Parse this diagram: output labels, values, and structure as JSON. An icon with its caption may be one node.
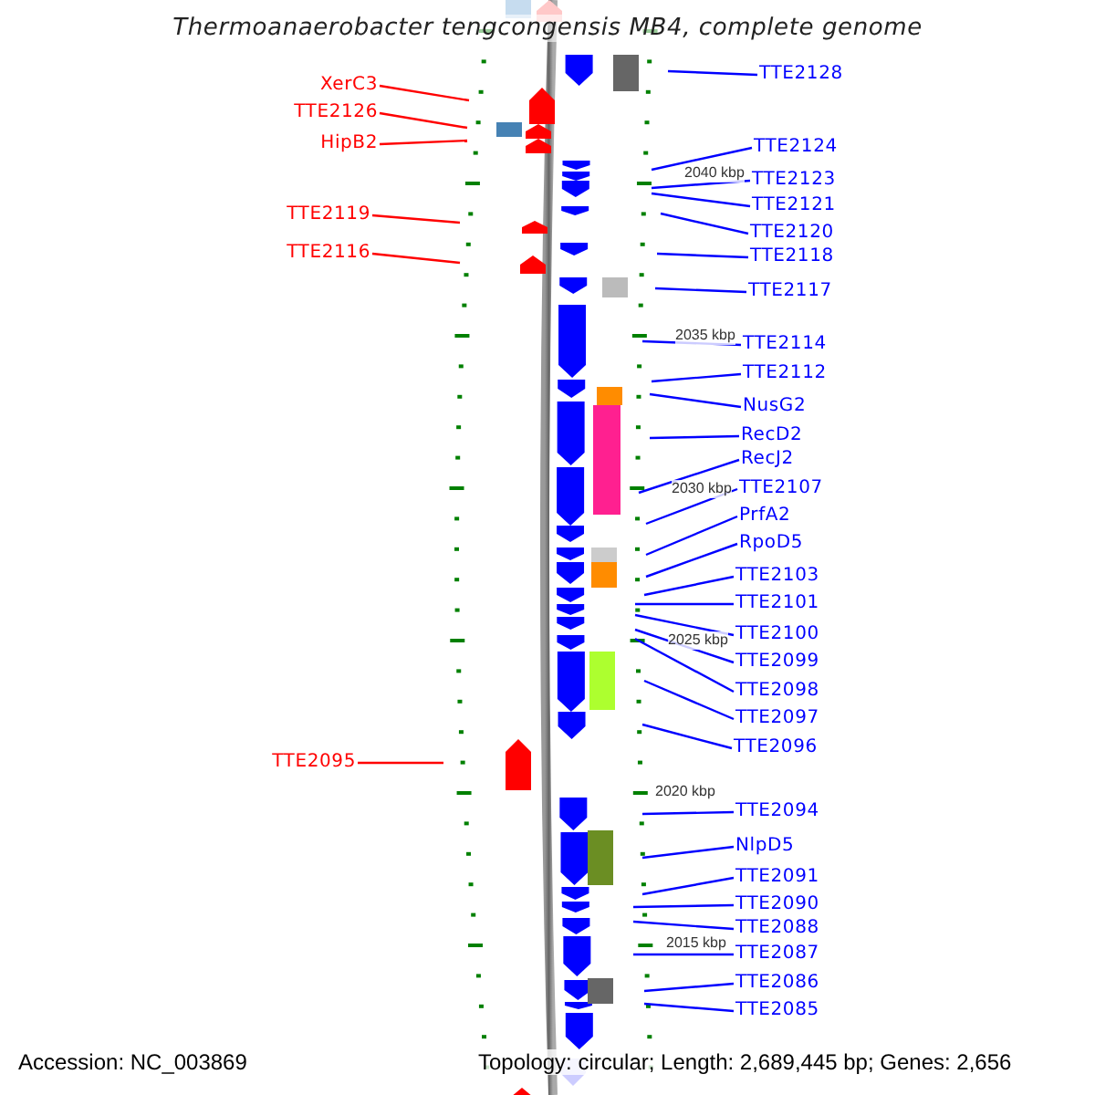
{
  "diagram": {
    "title": "Thermoanaerobacter tengcongensis MB4, complete genome",
    "nodes": [
      {
        "text": [
          "XerC3"
        ]
      },
      {
        "text": [
          "TTE2126"
        ]
      },
      {
        "text": [
          "HipB2"
        ]
      },
      {
        "text": [
          "TTE2119"
        ]
      },
      {
        "text": [
          "TTE2116"
        ]
      },
      {
        "text": [
          "TTE2095"
        ]
      },
      {
        "text": [
          "TTE2128"
        ]
      },
      {
        "text": [
          "TTE2124"
        ]
      },
      {
        "text": [
          "TTE2123"
        ]
      },
      {
        "text": [
          "TTE2121"
        ]
      },
      {
        "text": [
          "TTE2120"
        ]
      },
      {
        "text": [
          "TTE2118"
        ]
      },
      {
        "text": [
          "TTE2117"
        ]
      },
      {
        "text": [
          "TTE2114"
        ]
      },
      {
        "text": [
          "TTE2112"
        ]
      },
      {
        "text": [
          "NusG2"
        ]
      },
      {
        "text": [
          "RecD2"
        ]
      },
      {
        "text": [
          "RecJ2"
        ]
      },
      {
        "text": [
          "TTE2107"
        ]
      },
      {
        "text": [
          "PrfA2"
        ]
      },
      {
        "text": [
          "RpoD5"
        ]
      },
      {
        "text": [
          "TTE2103"
        ]
      },
      {
        "text": [
          "TTE2101"
        ]
      },
      {
        "text": [
          "TTE2100"
        ]
      },
      {
        "text": [
          "TTE2099"
        ]
      },
      {
        "text": [
          "TTE2098"
        ]
      },
      {
        "text": [
          "TTE2097"
        ]
      },
      {
        "text": [
          "TTE2096"
        ]
      },
      {
        "text": [
          "TTE2094"
        ]
      },
      {
        "text": [
          "NlpD5"
        ]
      },
      {
        "text": [
          "TTE2091"
        ]
      },
      {
        "text": [
          "TTE2090"
        ]
      },
      {
        "text": [
          "TTE2088"
        ]
      },
      {
        "text": [
          "TTE2087"
        ]
      },
      {
        "text": [
          "TTE2086"
        ]
      },
      {
        "text": [
          "TTE2085"
        ]
      }
    ],
    "edges": [
      {
        "from": 0,
        "to": null,
        "arrow": "none",
        "color": "#ff0000"
      },
      {
        "from": 1,
        "to": null,
        "arrow": "none",
        "color": "#ff0000"
      },
      {
        "from": 2,
        "to": null,
        "arrow": "none",
        "color": "#ff0000"
      },
      {
        "from": 3,
        "to": null,
        "arrow": "none",
        "color": "#ff0000"
      },
      {
        "from": 4,
        "to": null,
        "arrow": "none",
        "color": "#ff0000"
      },
      {
        "from": 5,
        "to": null,
        "arrow": "none",
        "color": "#ff0000"
      },
      {
        "from": 6,
        "to": null,
        "arrow": "none"
      },
      {
        "from": 7,
        "to": null,
        "arrow": "none"
      },
      {
        "from": 8,
        "to": null,
        "arrow": "none"
      },
      {
        "from": 9,
        "to": null,
        "arrow": "none"
      },
      {
        "from": 10,
        "to": null,
        "arrow": "none"
      },
      {
        "from": 11,
        "to": null,
        "arrow": "none"
      },
      {
        "from": 12,
        "to": null,
        "arrow": "none"
      },
      {
        "from": 13,
        "to": null,
        "arrow": "none"
      },
      {
        "from": 14,
        "to": null,
        "arrow": "none"
      },
      {
        "from": 15,
        "to": null,
        "arrow": "none"
      },
      {
        "from": 16,
        "to": null,
        "arrow": "none"
      },
      {
        "from": 17,
        "to": null,
        "arrow": "none"
      },
      {
        "from": 18,
        "to": null,
        "arrow": "none"
      },
      {
        "from": 19,
        "to": null,
        "arrow": "none"
      },
      {
        "from": 20,
        "to": null,
        "arrow": "none"
      },
      {
        "from": 21,
        "to": null,
        "arrow": "none"
      },
      {
        "from": 22,
        "to": null,
        "arrow": "none"
      },
      {
        "from": 23,
        "to": null,
        "arrow": "none"
      },
      {
        "from": 24,
        "to": null,
        "arrow": "none"
      },
      {
        "from": 25,
        "to": null,
        "arrow": "none"
      },
      {
        "from": 26,
        "to": null,
        "arrow": "none"
      },
      {
        "from": 27,
        "to": null,
        "arrow": "none"
      },
      {
        "from": 28,
        "to": null,
        "arrow": "none"
      },
      {
        "from": 29,
        "to": null,
        "arrow": "none"
      },
      {
        "from": 30,
        "to": null,
        "arrow": "none"
      },
      {
        "from": 31,
        "to": null,
        "arrow": "none"
      },
      {
        "from": 32,
        "to": null,
        "arrow": "none"
      },
      {
        "from": 33,
        "to": null,
        "arrow": "none"
      },
      {
        "from": 34,
        "to": null,
        "arrow": "none"
      },
      {
        "from": 35,
        "to": null,
        "arrow": "none"
      }
    ],
    "labels": [
      "2040 kbp",
      "2035 kbp",
      "2030 kbp",
      "2025 kbp",
      "2020 kbp",
      "2015 kbp",
      "Accession: NC_003869",
      "Topology: circular; Length: 2,689,445 bp; Genes: 2,656"
    ]
  }
}
